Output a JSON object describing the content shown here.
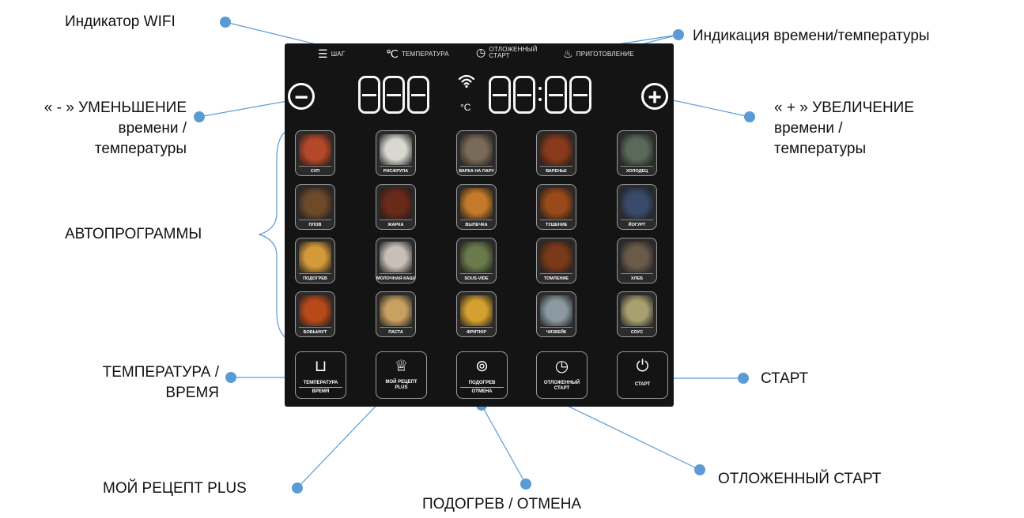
{
  "callouts": {
    "wifi": "Индикатор WIFI",
    "time_temp_display": "Индикация времени/температуры",
    "minus": [
      "« - » УМЕНЬШЕНИЕ",
      "времени /",
      "температуры"
    ],
    "plus": [
      "« + » УВЕЛИЧЕНИЕ",
      "времени /",
      "температуры"
    ],
    "autoprograms": "АВТОПРОГРАММЫ",
    "temp_time": [
      "ТЕМПЕРАТУРА /",
      "ВРЕМЯ"
    ],
    "start": "СТАРТ",
    "my_recipe": "МОЙ РЕЦЕПТ PLUS",
    "reheat_cancel": "ПОДОГРЕВ / ОТМЕНА",
    "delayed_start": "ОТЛОЖЕННЫЙ СТАРТ"
  },
  "panel": {
    "status": {
      "step": "ШАГ",
      "temperature": "ТЕМПЕРАТУРА",
      "delayed": "ОТЛОЖЕННЫЙ СТАРТ",
      "cooking": "ПРИГОТОВЛЕНИЕ"
    },
    "unit": "°C",
    "programs": [
      {
        "label": "СУП",
        "color": "#b5482a"
      },
      {
        "label": "РИС/КРУПА",
        "color": "#d8d8d0"
      },
      {
        "label": "ВАРКА НА ПАРУ",
        "color": "#7a6a58"
      },
      {
        "label": "ВАРЕНЬЕ",
        "color": "#8a3a1c"
      },
      {
        "label": "ХОЛОДЕЦ",
        "color": "#5a6a5a"
      },
      {
        "label": "ПЛОВ",
        "color": "#6e4a2a"
      },
      {
        "label": "ЖАРКА",
        "color": "#6a2a1a"
      },
      {
        "label": "ВЫПЕЧКА",
        "color": "#c47a2a"
      },
      {
        "label": "ТУШЕНИЕ",
        "color": "#9a4a1a"
      },
      {
        "label": "ЙОГУРТ",
        "color": "#3a4a6a"
      },
      {
        "label": "ПОДОГРЕВ",
        "color": "#d49a3a"
      },
      {
        "label": "МОЛОЧНАЯ КАША",
        "color": "#c8c0b8"
      },
      {
        "label": "SOUS-VIDE",
        "color": "#6a7a4a"
      },
      {
        "label": "ТОМЛЕНИЕ",
        "color": "#7a3a1a"
      },
      {
        "label": "ХЛЕБ",
        "color": "#6a5a4a"
      },
      {
        "label": "БОБЫ/НУТ",
        "color": "#b84a1a"
      },
      {
        "label": "ПАСТА",
        "color": "#c8a060"
      },
      {
        "label": "ФРИТЮР",
        "color": "#d4a030"
      },
      {
        "label": "ЧИЗКЕЙК",
        "color": "#8a9aa0"
      },
      {
        "label": "СОУС",
        "color": "#a8a070"
      }
    ],
    "functions": {
      "temp_top": "ТЕМПЕРАТУРА",
      "temp_bottom": "ВРЕМЯ",
      "recipe_top": "МОЙ РЕЦЕПТ",
      "recipe_bottom": "PLUS",
      "reheat_top": "ПОДОГРЕВ",
      "reheat_bottom": "ОТМЕНА",
      "delayed_top": "ОТЛОЖЕННЫЙ",
      "delayed_bottom": "СТАРТ",
      "start": "СТАРТ"
    }
  },
  "colors": {
    "accent": "#5b9bd5",
    "panel": "#141414"
  }
}
